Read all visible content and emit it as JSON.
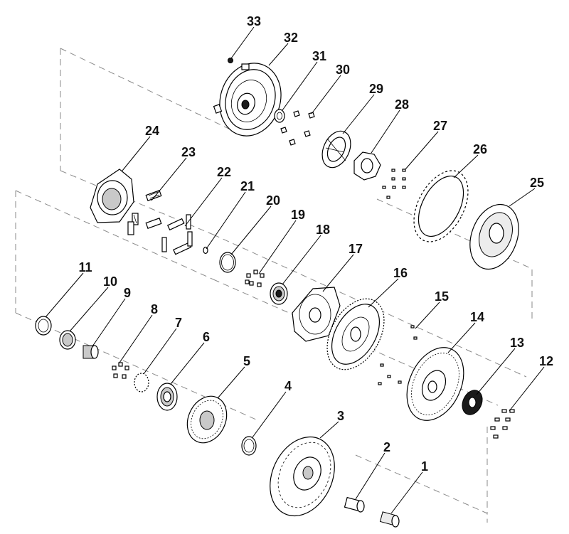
{
  "diagram": {
    "callouts": [
      {
        "num": "33"
      },
      {
        "num": "32"
      },
      {
        "num": "31"
      },
      {
        "num": "30"
      },
      {
        "num": "29"
      },
      {
        "num": "28"
      },
      {
        "num": "27"
      },
      {
        "num": "26"
      },
      {
        "num": "25"
      },
      {
        "num": "24"
      },
      {
        "num": "23"
      },
      {
        "num": "22"
      },
      {
        "num": "21"
      },
      {
        "num": "20"
      },
      {
        "num": "19"
      },
      {
        "num": "18"
      },
      {
        "num": "17"
      },
      {
        "num": "16"
      },
      {
        "num": "15"
      },
      {
        "num": "14"
      },
      {
        "num": "13"
      },
      {
        "num": "12"
      },
      {
        "num": "11"
      },
      {
        "num": "10"
      },
      {
        "num": "9"
      },
      {
        "num": "8"
      },
      {
        "num": "7"
      },
      {
        "num": "6"
      },
      {
        "num": "5"
      },
      {
        "num": "4"
      },
      {
        "num": "3"
      },
      {
        "num": "2"
      },
      {
        "num": "1"
      }
    ]
  }
}
